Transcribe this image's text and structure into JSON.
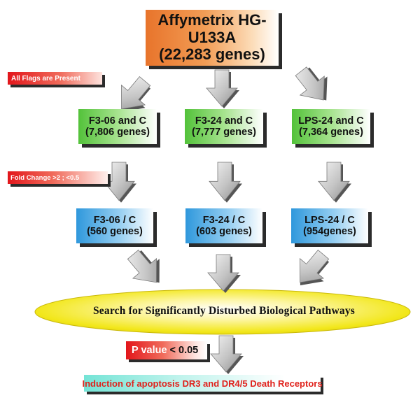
{
  "source": {
    "line1": "Affymetrix HG-U133A",
    "line2": "(22,283 genes)"
  },
  "filters": {
    "flags": "All Flags are Present",
    "fold_change": "Fold Change >2 ; <0.5",
    "pvalue_label": "P value",
    "pvalue_value": "< 0.05"
  },
  "present_sets": [
    {
      "line1": "F3-06 and C",
      "line2": "(7,806 genes)"
    },
    {
      "line1": "F3-24 and C",
      "line2": "(7,777 genes)"
    },
    {
      "line1": "LPS-24 and C",
      "line2": "(7,364 genes)"
    }
  ],
  "fold_sets": [
    {
      "line1": "F3-06 / C",
      "line2": "(560 genes)"
    },
    {
      "line1": "F3-24 / C",
      "line2": "(603 genes)"
    },
    {
      "line1": "LPS-24 / C",
      "line2": "(954genes)"
    }
  ],
  "pathway_search": "Search for Significantly Disturbed Biological Pathways",
  "result": "Induction of apoptosis DR3 and DR4/5 Death Receptors",
  "colors": {
    "source_box": "#e8742b",
    "green_box": "#53c23a",
    "blue_box": "#2f98dc",
    "red_label": "#e2161b",
    "ellipse": "#f3ea14",
    "result_box": "#74e4d6",
    "result_text": "#e0221c",
    "arrow": "#c8c8c8"
  }
}
